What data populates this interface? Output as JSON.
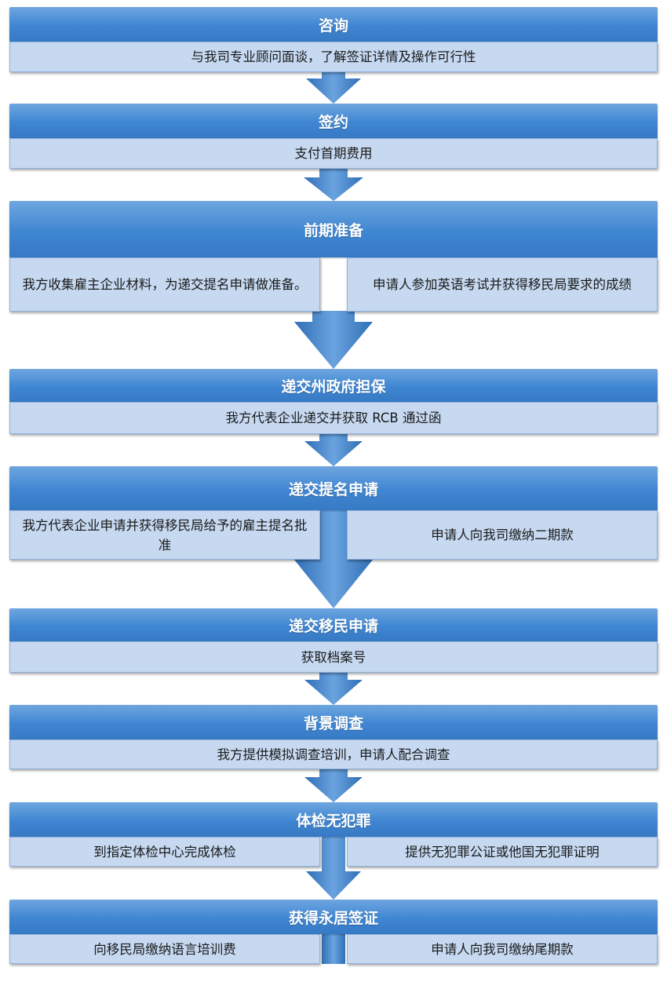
{
  "steps": [
    {
      "title": "咨询",
      "cells": [
        "与我司专业顾问面谈，了解签证详情及操作可行性"
      ]
    },
    {
      "title": "签约",
      "cells": [
        "支付首期费用"
      ]
    },
    {
      "title": "前期准备",
      "cells": [
        "我方收集雇主企业材料，为递交提名申请做准备。",
        "申请人参加英语考试并获得移民局要求的成绩"
      ]
    },
    {
      "title": "递交州政府担保",
      "cells": [
        "我方代表企业递交并获取 RCB 通过函"
      ]
    },
    {
      "title": "递交提名申请",
      "cells": [
        "我方代表企业申请并获得移民局给予的雇主提名批准",
        "申请人向我司缴纳二期款"
      ]
    },
    {
      "title": "递交移民申请",
      "cells": [
        "获取档案号"
      ]
    },
    {
      "title": "背景调查",
      "cells": [
        "我方提供模拟调查培训，申请人配合调查"
      ]
    },
    {
      "title": "体检无犯罪",
      "cells": [
        "到指定体检中心完成体检",
        "提供无犯罪公证或他国无犯罪证明"
      ]
    },
    {
      "title": "获得永居签证",
      "cells": [
        "向移民局缴纳语言培训费",
        "申请人向我司缴纳尾期款"
      ]
    }
  ],
  "colors": {
    "header_top": "#6ea6e0",
    "header_bottom": "#3779c4",
    "cell_fill": "#c6d9f1",
    "arrow": "#3f82cc"
  }
}
